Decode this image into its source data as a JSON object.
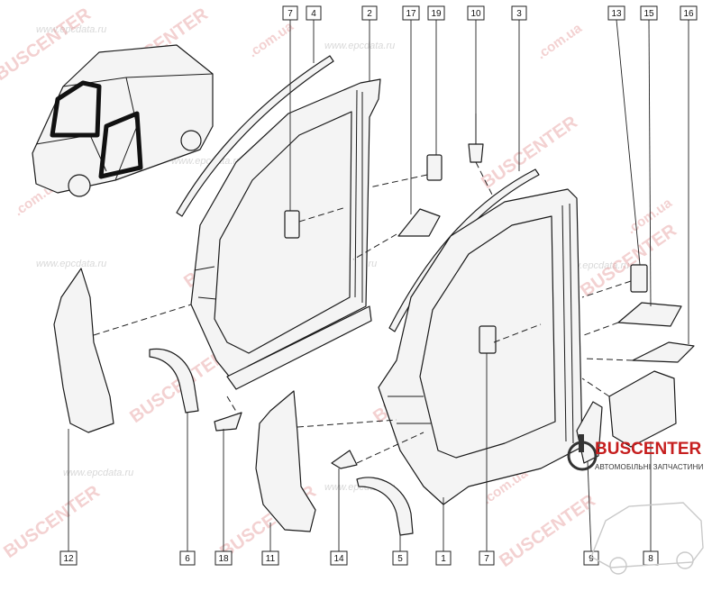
{
  "diagram": {
    "callouts_top": [
      "7",
      "4",
      "2",
      "17",
      "19",
      "10",
      "3",
      "13",
      "15",
      "16"
    ],
    "callouts_bottom": [
      "12",
      "6",
      "18",
      "11",
      "14",
      "5",
      "1",
      "7",
      "9",
      "8"
    ]
  },
  "watermarks": {
    "site_ru": "www.epcdata.ru",
    "shop_brand": "BUSCENTER",
    "shop_domain": ".com.ua"
  },
  "logo": {
    "brand": "BUSCENTER",
    "tagline": "АВТОМОБІЛЬНІ ЗАПЧАСТИНИ"
  },
  "colors": {
    "line": "#1a1a1a",
    "watermark": "#e59a9a",
    "brand_red": "#c61f1f"
  }
}
